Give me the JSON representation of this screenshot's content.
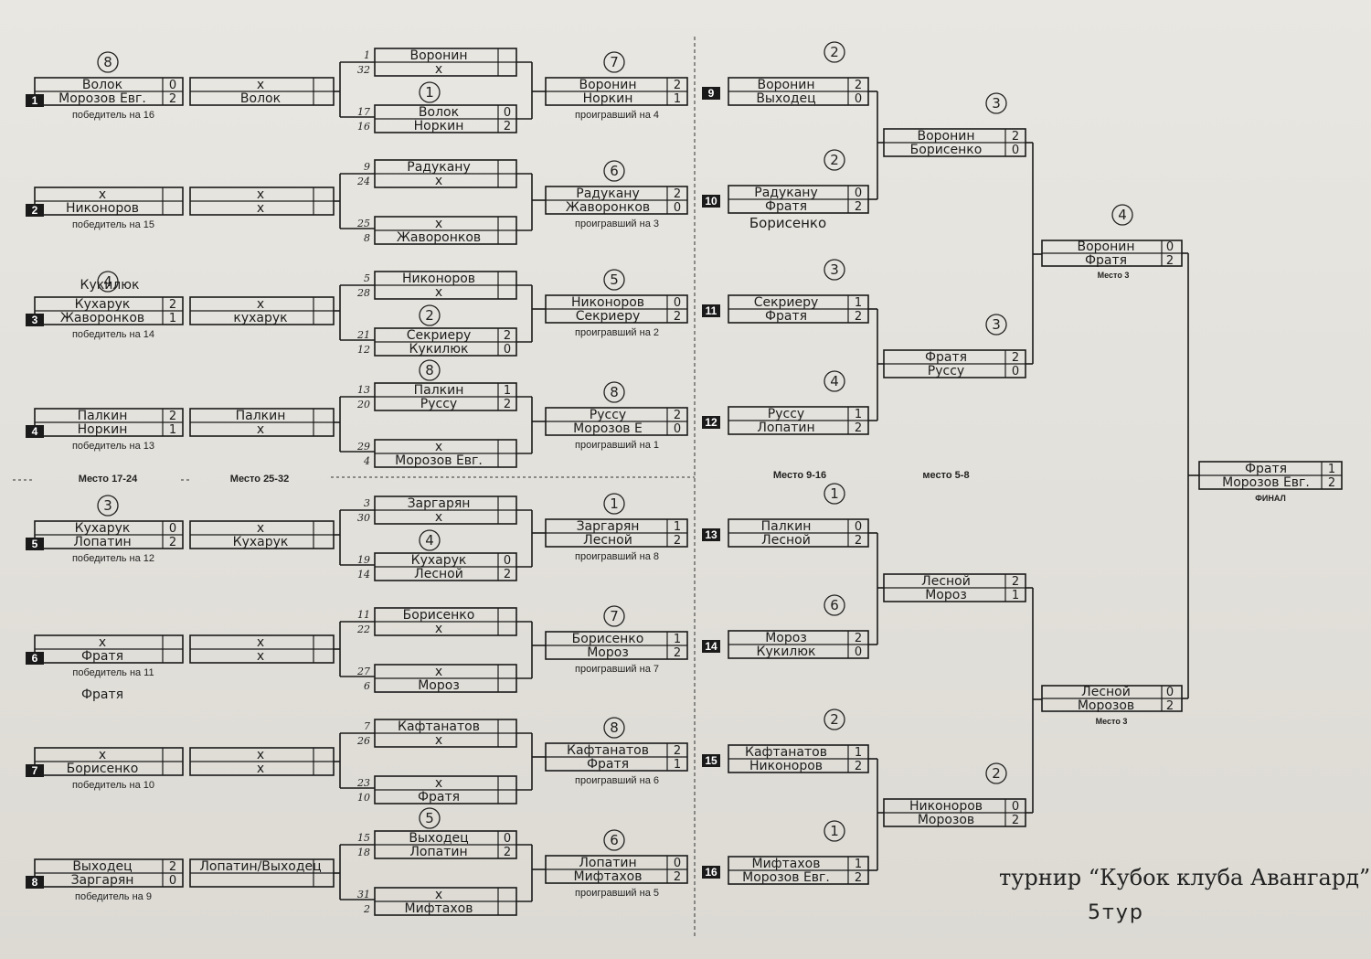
{
  "title": "турнир “Кубок клуба Авангард”",
  "subtitle": "5тур",
  "section_labels": {
    "m17_24": "Место 17-24",
    "m25_32": "Место 25-32",
    "m9_16": "Место 9-16",
    "m5_8": "место 5-8",
    "m3_upper": "Место 3",
    "m3_lower": "Место 3",
    "final": "ФИНАЛ"
  },
  "consolation_blocks": [
    {
      "num": "1",
      "circle": "8",
      "top": "Волок",
      "bottom": "Морозов Евг.",
      "s1": "0",
      "s2": "2",
      "caption": "победитель на 16",
      "r2top": "x",
      "r2bottom": "Волок",
      "note": ""
    },
    {
      "num": "2",
      "circle": "",
      "top": "x",
      "bottom": "Никоноров",
      "s1": "",
      "s2": "",
      "caption": "победитель на 15",
      "r2top": "x",
      "r2bottom": "x",
      "note": ""
    },
    {
      "num": "3",
      "circle": "4",
      "top": "Кухарук",
      "bottom": "Жаворонков",
      "s1": "2",
      "s2": "1",
      "caption": "победитель на 14",
      "r2top": "x",
      "r2bottom": "кухарук",
      "note": "Кукилюк"
    },
    {
      "num": "4",
      "circle": "",
      "top": "Палкин",
      "bottom": "Норкин",
      "s1": "2",
      "s2": "1",
      "caption": "победитель на 13",
      "r2top": "Палкин",
      "r2bottom": "x",
      "note": ""
    },
    {
      "num": "5",
      "circle": "3",
      "top": "Кухарук",
      "bottom": "Лопатин",
      "s1": "0",
      "s2": "2",
      "caption": "победитель на 12",
      "r2top": "x",
      "r2bottom": "Кухарук",
      "note": ""
    },
    {
      "num": "6",
      "circle": "",
      "top": "x",
      "bottom": "Фратя",
      "s1": "",
      "s2": "",
      "caption": "победитель на 11",
      "r2top": "x",
      "r2bottom": "x",
      "note": "Фратя"
    },
    {
      "num": "7",
      "circle": "",
      "top": "x",
      "bottom": "Борисенко",
      "s1": "",
      "s2": "",
      "caption": "победитель на 10",
      "r2top": "x",
      "r2bottom": "x",
      "note": ""
    },
    {
      "num": "8",
      "circle": "",
      "top": "Выходец",
      "bottom": "Заргарян",
      "s1": "2",
      "s2": "0",
      "caption": "победитель на 9",
      "r2top": "Лопатин/Выходец",
      "r2bottom": "",
      "note": ""
    }
  ],
  "first_round": [
    {
      "a_seed": "1",
      "a": "Воронин",
      "b_seed": "32",
      "b": "x",
      "a_score": "",
      "b_score": "",
      "circle": ""
    },
    {
      "a_seed": "17",
      "a": "Волок",
      "b_seed": "16",
      "b": "Норкин",
      "a_score": "0",
      "b_score": "2",
      "circle": "1"
    },
    {
      "a_seed": "9",
      "a": "Радукану",
      "b_seed": "24",
      "b": "x",
      "a_score": "",
      "b_score": "",
      "circle": ""
    },
    {
      "a_seed": "25",
      "a": "x",
      "b_seed": "8",
      "b": "Жаворонков",
      "a_score": "",
      "b_score": "",
      "circle": ""
    },
    {
      "a_seed": "5",
      "a": "Никоноров",
      "b_seed": "28",
      "b": "x",
      "a_score": "",
      "b_score": "",
      "circle": ""
    },
    {
      "a_seed": "21",
      "a": "Секриеру",
      "b_seed": "12",
      "b": "Кукилюк",
      "a_score": "2",
      "b_score": "0",
      "circle": "2"
    },
    {
      "a_seed": "13",
      "a": "Палкин",
      "b_seed": "20",
      "b": "Руссу",
      "a_score": "1",
      "b_score": "2",
      "circle": "8"
    },
    {
      "a_seed": "29",
      "a": "x",
      "b_seed": "4",
      "b": "Морозов Евг.",
      "a_score": "",
      "b_score": "",
      "circle": ""
    },
    {
      "a_seed": "3",
      "a": "Заргарян",
      "b_seed": "30",
      "b": "x",
      "a_score": "",
      "b_score": "",
      "circle": ""
    },
    {
      "a_seed": "19",
      "a": "Кухарук",
      "b_seed": "14",
      "b": "Лесной",
      "a_score": "0",
      "b_score": "2",
      "circle": "4"
    },
    {
      "a_seed": "11",
      "a": "Борисенко",
      "b_seed": "22",
      "b": "x",
      "a_score": "",
      "b_score": "",
      "circle": ""
    },
    {
      "a_seed": "27",
      "a": "x",
      "b_seed": "6",
      "b": "Мороз",
      "a_score": "",
      "b_score": "",
      "circle": ""
    },
    {
      "a_seed": "7",
      "a": "Кафтанатов",
      "b_seed": "26",
      "b": "x",
      "a_score": "",
      "b_score": "",
      "circle": ""
    },
    {
      "a_seed": "23",
      "a": "x",
      "b_seed": "10",
      "b": "Фратя",
      "a_score": "",
      "b_score": "",
      "circle": ""
    },
    {
      "a_seed": "15",
      "a": "Выходец",
      "b_seed": "18",
      "b": "Лопатин",
      "a_score": "0",
      "b_score": "2",
      "circle": "5"
    },
    {
      "a_seed": "31",
      "a": "x",
      "b_seed": "2",
      "b": "Мифтахов",
      "a_score": "",
      "b_score": "",
      "circle": ""
    }
  ],
  "second_round": [
    {
      "a": "Воронин",
      "b": "Норкин",
      "s1": "2",
      "s2": "1",
      "caption": "проигравший на 4",
      "circle": "7"
    },
    {
      "a": "Радукану",
      "b": "Жаворонков",
      "s1": "2",
      "s2": "0",
      "caption": "проигравший на 3",
      "circle": "6"
    },
    {
      "a": "Никоноров",
      "b": "Секриеру",
      "s1": "0",
      "s2": "2",
      "caption": "проигравший на 2",
      "circle": "5"
    },
    {
      "a": "Руссу",
      "b": "Морозов Е",
      "s1": "2",
      "s2": "0",
      "caption": "проигравший на 1",
      "circle": "8"
    },
    {
      "a": "Заргарян",
      "b": "Лесной",
      "s1": "1",
      "s2": "2",
      "caption": "проигравший на 8",
      "circle": "1"
    },
    {
      "a": "Борисенко",
      "b": "Мороз",
      "s1": "1",
      "s2": "2",
      "caption": "проигравший на 7",
      "circle": "7"
    },
    {
      "a": "Кафтанатов",
      "b": "Фратя",
      "s1": "2",
      "s2": "1",
      "caption": "проигравший на 6",
      "circle": "8"
    },
    {
      "a": "Лопатин",
      "b": "Мифтахов",
      "s1": "0",
      "s2": "2",
      "caption": "проигравший на 5",
      "circle": "6"
    }
  ],
  "right_round1": [
    {
      "num": "9",
      "a": "Воронин",
      "b": "Выходец",
      "s1": "2",
      "s2": "0",
      "circle": "2",
      "note": ""
    },
    {
      "num": "10",
      "a": "Радукану",
      "b": "Фратя",
      "s1": "0",
      "s2": "2",
      "circle": "2",
      "note": "Борисенко"
    },
    {
      "num": "11",
      "a": "Секриеру",
      "b": "Фратя",
      "s1": "1",
      "s2": "2",
      "circle": "3",
      "note": ""
    },
    {
      "num": "12",
      "a": "Руссу",
      "b": "Лопатин",
      "s1": "1",
      "s2": "2",
      "circle": "4",
      "note": ""
    },
    {
      "num": "13",
      "a": "Палкин",
      "b": "Лесной",
      "s1": "0",
      "s2": "2",
      "circle": "1",
      "note": ""
    },
    {
      "num": "14",
      "a": "Мороз",
      "b": "Кукилюк",
      "s1": "2",
      "s2": "0",
      "circle": "6",
      "note": ""
    },
    {
      "num": "15",
      "a": "Кафтанатов",
      "b": "Никоноров",
      "s1": "1",
      "s2": "2",
      "circle": "2",
      "note": ""
    },
    {
      "num": "16",
      "a": "Мифтахов",
      "b": "Морозов Евг.",
      "s1": "1",
      "s2": "2",
      "circle": "1",
      "note": ""
    }
  ],
  "right_round2": [
    {
      "a": "Воронин",
      "b": "Борисенко",
      "s1": "2",
      "s2": "0",
      "circle": "3"
    },
    {
      "a": "Фратя",
      "b": "Руссу",
      "s1": "2",
      "s2": "0",
      "circle": "3"
    },
    {
      "a": "Лесной",
      "b": "Мороз",
      "s1": "2",
      "s2": "1",
      "circle": ""
    },
    {
      "a": "Никоноров",
      "b": "Морозов",
      "s1": "0",
      "s2": "2",
      "circle": "2"
    }
  ],
  "semis": [
    {
      "a": "Воронин",
      "b": "Фратя",
      "s1": "0",
      "s2": "2",
      "circle": "4"
    },
    {
      "a": "Лесной",
      "b": "Морозов",
      "s1": "0",
      "s2": "2",
      "circle": ""
    }
  ],
  "final": {
    "a": "Фратя",
    "b": "Морозов Евг.",
    "s1": "1",
    "s2": "2"
  }
}
